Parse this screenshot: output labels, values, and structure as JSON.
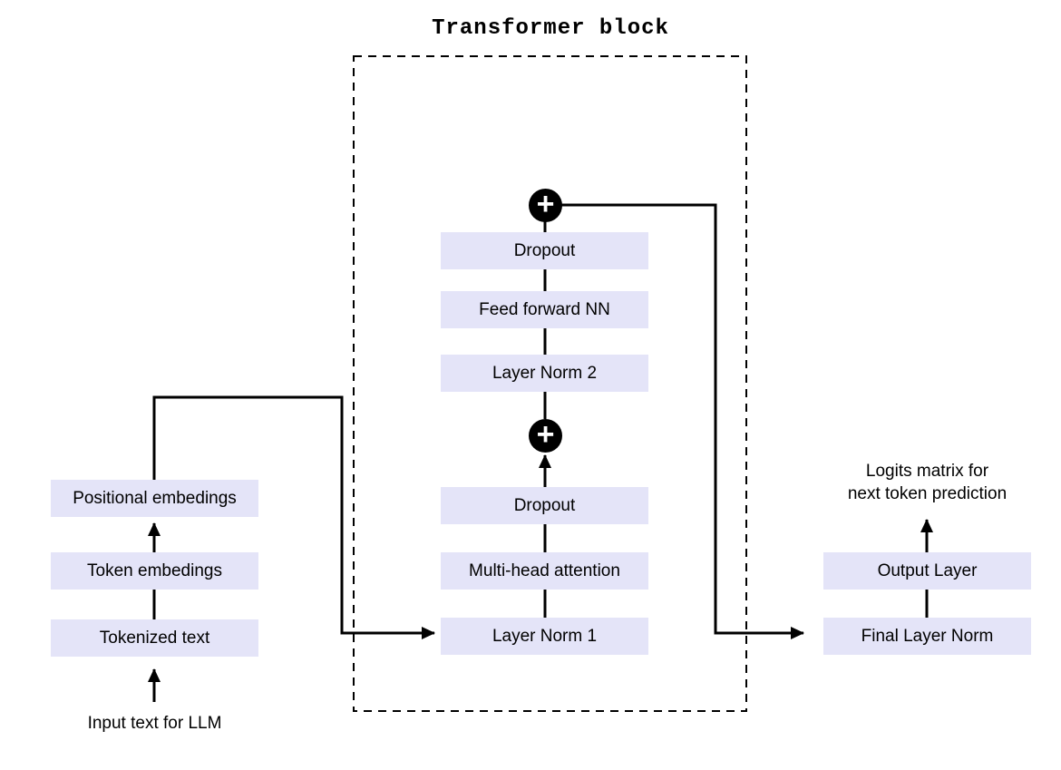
{
  "title": "Transformer block",
  "nodes": {
    "tokenized_text": "Tokenized text",
    "token_embedings": "Token embedings",
    "positional_embedings": "Positional embedings",
    "layer_norm_1": "Layer Norm 1",
    "multi_head_attention": "Multi-head attention",
    "dropout_attention": "Dropout",
    "layer_norm_2": "Layer Norm 2",
    "feed_forward_nn": "Feed forward NN",
    "dropout_ffn": "Dropout",
    "final_layer_norm": "Final Layer Norm",
    "output_layer": "Output Layer"
  },
  "captions": {
    "input": "Input text for LLM",
    "output": "Logits matrix for\nnext token prediction"
  },
  "symbols": {
    "residual_add": "+"
  },
  "colors": {
    "node_fill": "#E4E4F8",
    "line": "#000000",
    "background": "#FFFFFF",
    "text": "#000000"
  },
  "edges": [
    {
      "from": "input-text-caption",
      "to": "tokenized-text",
      "arrowhead": true
    },
    {
      "from": "tokenized-text",
      "to": "token-embedings",
      "arrowhead": false
    },
    {
      "from": "token-embedings",
      "to": "positional-embedings",
      "arrowhead": true
    },
    {
      "from": "positional-embedings",
      "to": "layer-norm-1",
      "arrowhead": true
    },
    {
      "from": "layer-norm-1",
      "to": "multi-head-attention",
      "arrowhead": false
    },
    {
      "from": "multi-head-attention",
      "to": "dropout-attention",
      "arrowhead": false
    },
    {
      "from": "dropout-attention",
      "to": "residual-add-lower",
      "arrowhead": true
    },
    {
      "from": "residual-add-lower",
      "to": "layer-norm-2",
      "arrowhead": false
    },
    {
      "from": "layer-norm-2",
      "to": "feed-forward-nn",
      "arrowhead": false
    },
    {
      "from": "feed-forward-nn",
      "to": "dropout-ffn",
      "arrowhead": false
    },
    {
      "from": "dropout-ffn",
      "to": "residual-add-upper",
      "arrowhead": false
    },
    {
      "from": "residual-add-upper",
      "to": "final-layer-norm",
      "arrowhead": true
    },
    {
      "from": "final-layer-norm",
      "to": "output-layer",
      "arrowhead": false
    },
    {
      "from": "output-layer",
      "to": "logits-caption",
      "arrowhead": true
    }
  ]
}
